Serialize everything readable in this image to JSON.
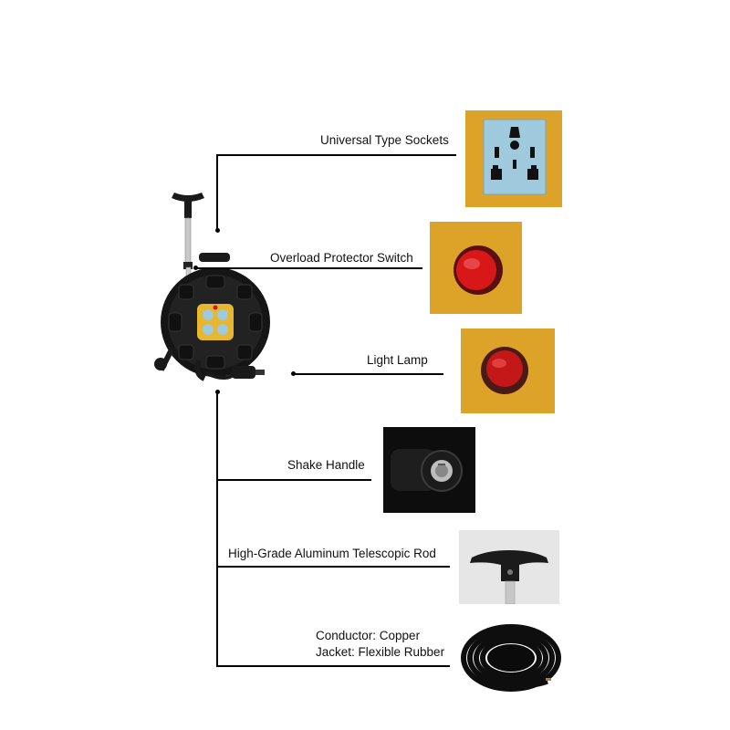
{
  "features": [
    {
      "label": "Universal Type Sockets",
      "icon": "universal-socket-icon"
    },
    {
      "label": "Overload Protector Switch",
      "icon": "red-protector-switch-icon"
    },
    {
      "label": "Light Lamp",
      "icon": "red-light-lamp-icon"
    },
    {
      "label": "Shake Handle",
      "icon": "shake-handle-icon"
    },
    {
      "label": "High-Grade Aluminum Telescopic Rod",
      "icon": "telescopic-rod-handle-icon"
    },
    {
      "label_line1": "Conductor: Copper",
      "label_line2": "Jacket: Flexible Rubber",
      "icon": "rubber-cable-coil-icon"
    }
  ],
  "colors": {
    "panel_yellow": "#dca328",
    "socket_blue": "#9fc9dd",
    "red": "#d81818",
    "reel_black": "#1c1c1c",
    "line": "#000000"
  }
}
